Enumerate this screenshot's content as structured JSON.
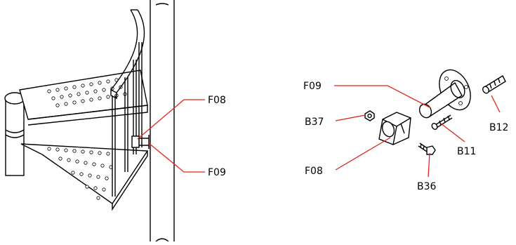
{
  "callouts": {
    "left_f08": "F08",
    "left_f09": "F09",
    "right_f09": "F09",
    "right_b37": "B37",
    "right_f08": "F08",
    "right_b12": "B12",
    "right_b11": "B11",
    "right_b36": "B36"
  },
  "colors": {
    "leader": "#e0251b",
    "line": "#000000",
    "background": "#ffffff"
  }
}
